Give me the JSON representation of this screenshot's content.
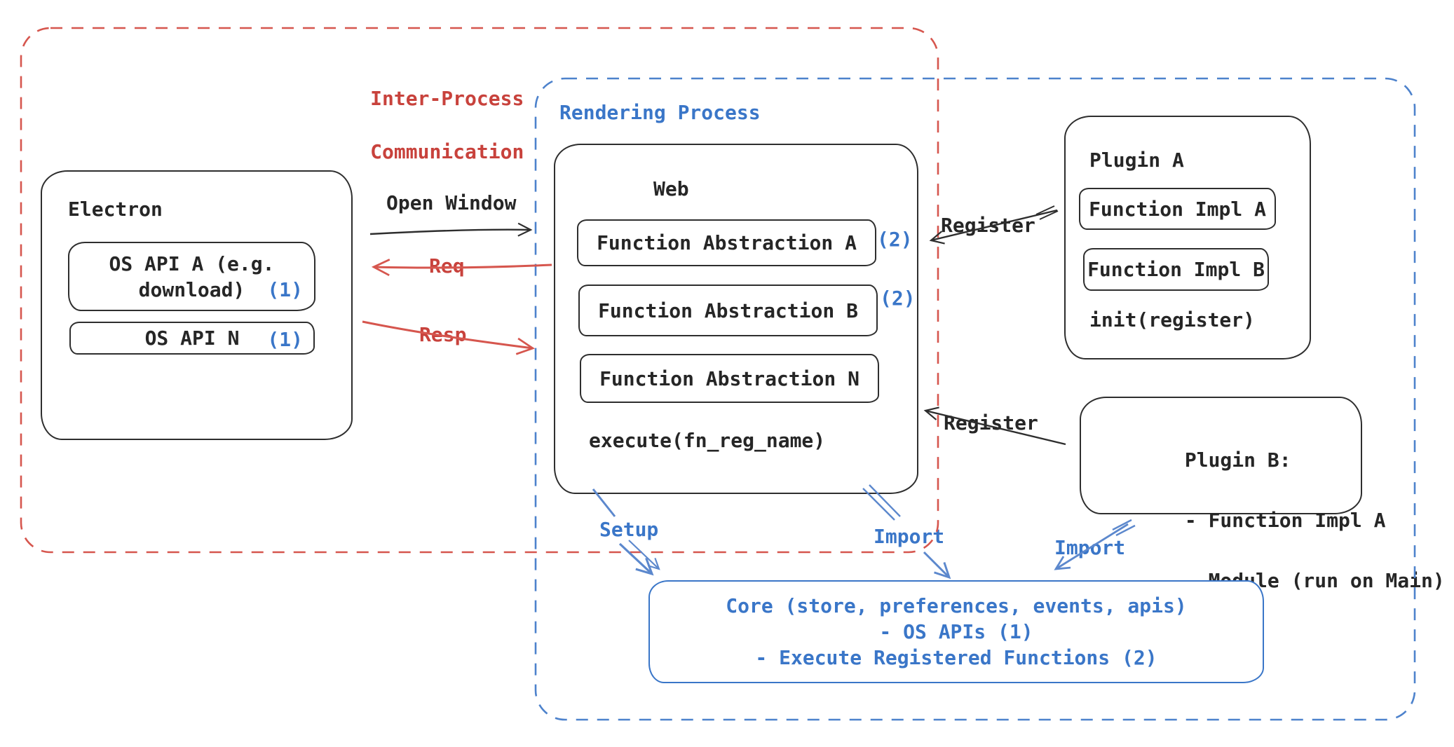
{
  "regions": {
    "ipc": {
      "line1": "Inter-Process",
      "line2": "Communication"
    },
    "rendering": {
      "label": "Rendering Process"
    }
  },
  "electron": {
    "title": "Electron",
    "api_a": {
      "line1": "OS API A (e.g.",
      "line2": "download)",
      "badge": "(1)"
    },
    "api_n": {
      "label": "OS API N",
      "badge": "(1)"
    }
  },
  "web": {
    "title": "Web",
    "abstractions": [
      {
        "label": "Function Abstraction A",
        "badge": "(2)"
      },
      {
        "label": "Function Abstraction B",
        "badge": "(2)"
      },
      {
        "label": "Function Abstraction N",
        "badge": ""
      }
    ],
    "execute_label": "execute(fn_reg_name)"
  },
  "plugin_a": {
    "title": "Plugin A",
    "impl_a": "Function Impl A",
    "impl_b": "Function Impl B",
    "init_label": "init(register)"
  },
  "plugin_b": {
    "title": "Plugin B:",
    "item_1": "- Function Impl A",
    "item_2": "- Module (run on Main)"
  },
  "core": {
    "line1": "Core (store, preferences, events, apis)",
    "line2": "- OS APIs (1)",
    "line3": "- Execute Registered Functions (2)"
  },
  "arrows": {
    "open_window": "Open Window",
    "req": "Req",
    "resp": "Resp",
    "register_top": "Register",
    "register_bottom": "Register",
    "setup": "Setup",
    "import_mid": "Import",
    "import_right": "Import"
  },
  "colors": {
    "red_text": "#c8423c",
    "red_line": "#d6564e",
    "blue_text": "#3a76c8",
    "blue_line": "#5c88cd",
    "black_line": "#2e2e2e"
  }
}
